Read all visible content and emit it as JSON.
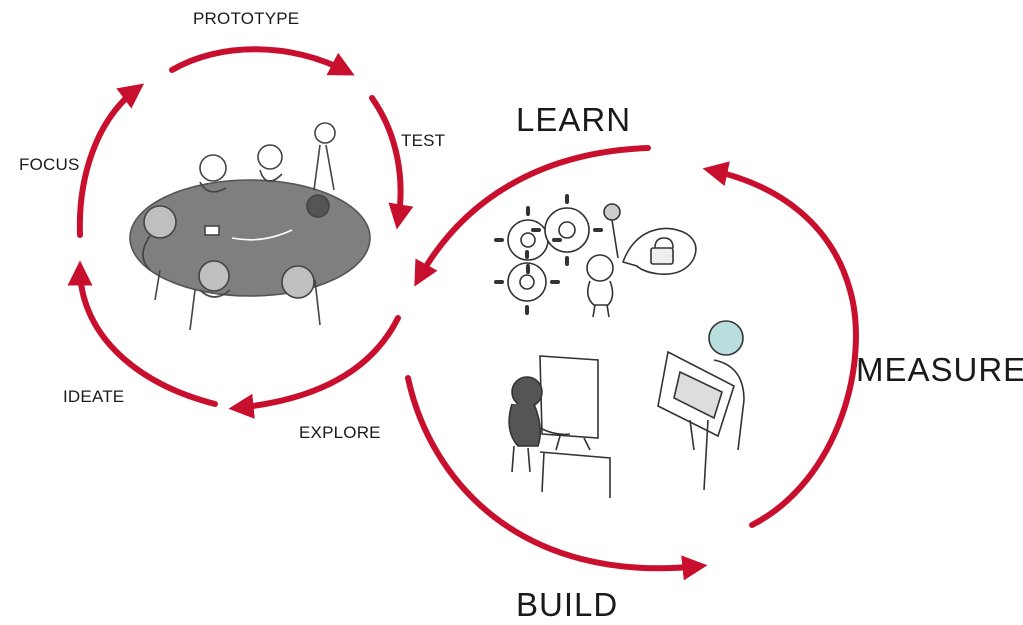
{
  "design_cycle": {
    "steps": [
      "PROTOTYPE",
      "TEST",
      "FOCUS",
      "IDEATE",
      "EXPLORE"
    ]
  },
  "lean_cycle": {
    "steps": [
      "LEARN",
      "MEASURE",
      "BUILD"
    ]
  },
  "colors": {
    "arrow": "#c8102e",
    "text": "#1a1a1a",
    "table": "#7f7f7f",
    "figure_fill": "#bfbfbf"
  },
  "illustrations": [
    "team-meeting-sketch",
    "gears-sketch",
    "person-with-lock-sketch",
    "person-at-computer-sketch",
    "person-with-tablet-sketch"
  ]
}
